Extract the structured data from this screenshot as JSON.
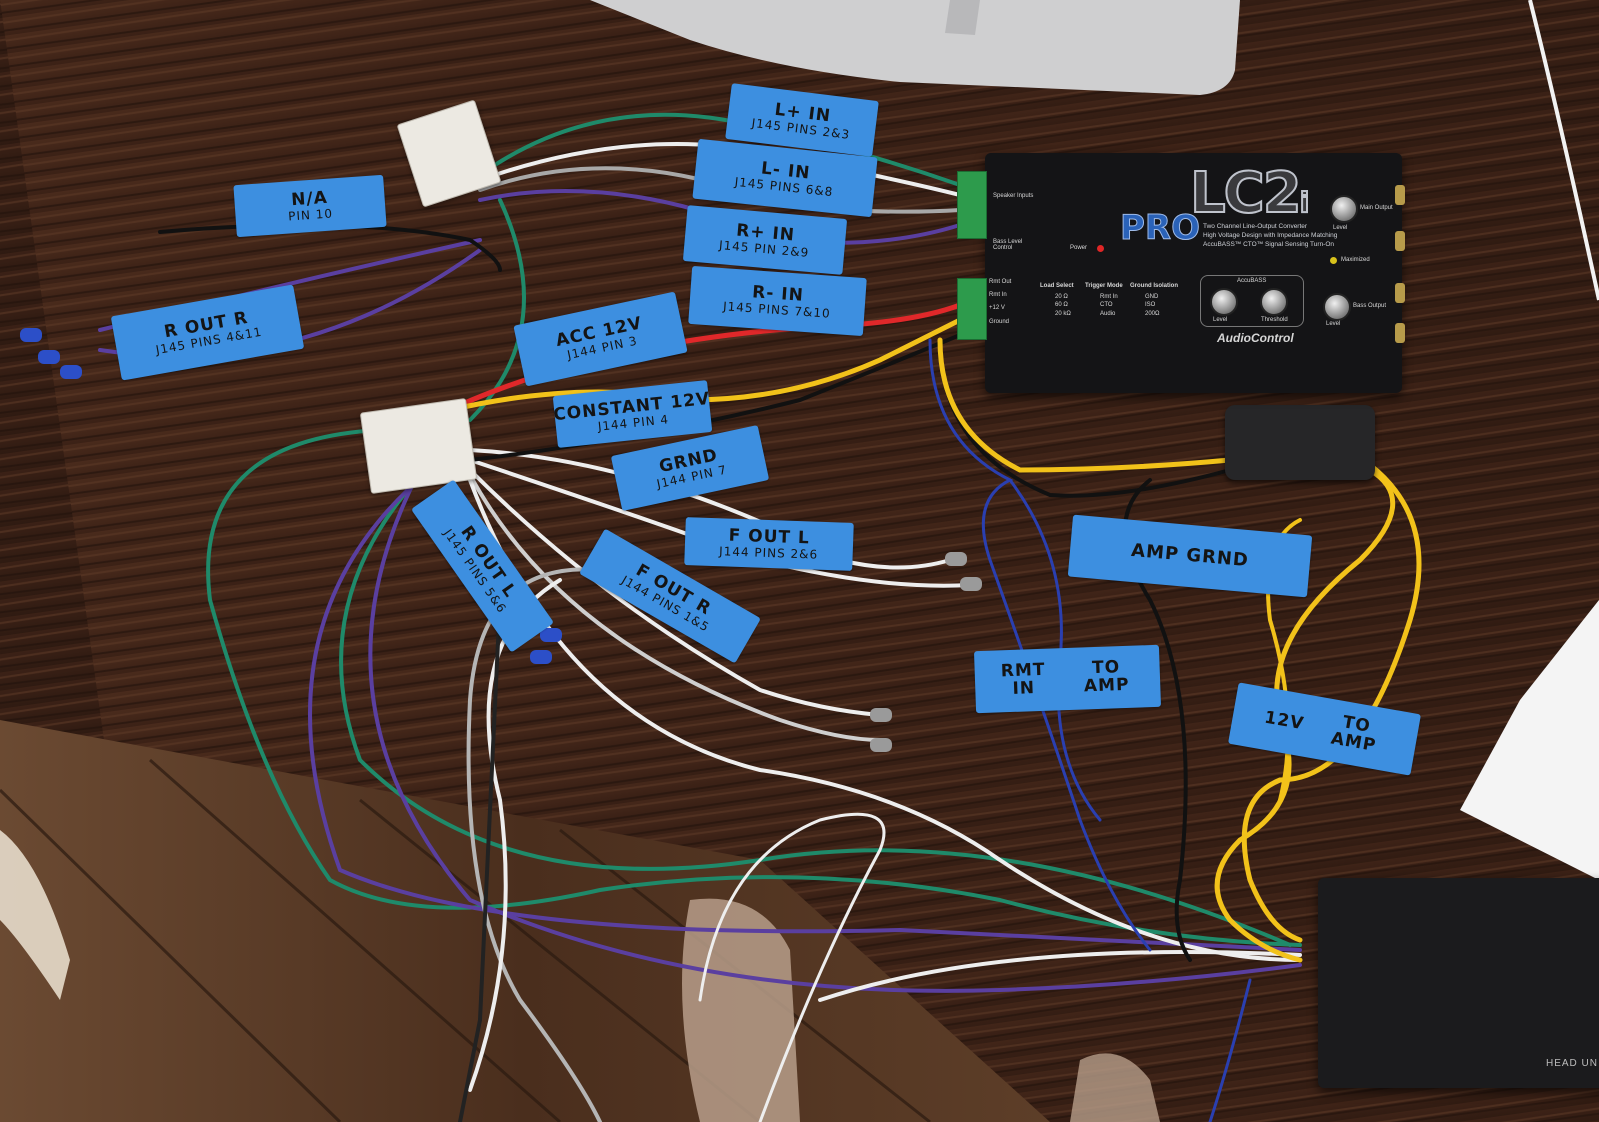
{
  "photo": {
    "device_main": {
      "logo_text": "LC2",
      "logo_sub": "i",
      "pro_text": "PRO",
      "description_lines": [
        "Two Channel Line-Output Converter",
        "High Voltage Design with Impedance Matching",
        "AccuBASS™ CTO™ Signal Sensing Turn-On"
      ],
      "brand_text": "AudioControl",
      "labels": {
        "speaker_inputs": "Speaker Inputs",
        "bass_level_control": "Bass Level Control",
        "power": "Power",
        "main_output": "Main Output",
        "level": "Level",
        "maximized": "Maximized",
        "accubass": "AccuBASS",
        "threshold": "Threshold",
        "bass_output": "Bass Output",
        "rmt_out": "Rmt Out",
        "rmt_in": "Rmt In",
        "plus12v": "+12 V",
        "ground": "Ground",
        "load_select": "Load Select",
        "trigger_mode": "Trigger Mode",
        "ground_isolation": "Ground Isolation",
        "load_options": [
          "20 Ω",
          "60 Ω",
          "20 kΩ"
        ],
        "trigger_options": [
          "Rmt In",
          "CTO",
          "Audio"
        ],
        "ground_options": [
          "GND",
          "ISO",
          "200Ω"
        ]
      }
    },
    "amp_label": "HEAD UN",
    "tapes": [
      {
        "line1": "L+ IN",
        "line2": "J145 PINS 2&3"
      },
      {
        "line1": "L- IN",
        "line2": "J145 PINS 6&8"
      },
      {
        "line1": "R+ IN",
        "line2": "J145 PIN 2&9"
      },
      {
        "line1": "R- IN",
        "line2": "J145 PINS 7&10"
      },
      {
        "line1": "N/A",
        "line2": "PIN 10"
      },
      {
        "line1": "R OUT R",
        "line2": "J145 PINS 4&11"
      },
      {
        "line1": "ACC 12V",
        "line2": "J144 PIN 3"
      },
      {
        "line1": "CONSTANT 12V",
        "line2": "J144 PIN 4"
      },
      {
        "line1": "GRND",
        "line2": "J144 PIN 7"
      },
      {
        "line1": "F OUT L",
        "line2": "J144 PINS 2&6"
      },
      {
        "line1": "F OUT R",
        "line2": "J144 PINS 1&5"
      },
      {
        "line1": "R OUT L",
        "line2": "J145 PINS 5&6"
      },
      {
        "line1": "AMP GRND",
        "line2": ""
      },
      {
        "line1": "RMT IN",
        "line2": "TO AMP"
      },
      {
        "line1": "12V",
        "line2": "TO AMP"
      }
    ],
    "colors": {
      "table": "#3a2217",
      "tape": "#3d8fe0",
      "wire_green": "#1f8a6a",
      "wire_purple": "#5a3fa0",
      "wire_white": "#eeeeee",
      "wire_yellow": "#f2c21a",
      "wire_red": "#e0282a",
      "wire_blue": "#2a3fb0",
      "wire_black": "#111111",
      "wire_gray": "#9a9a9a"
    }
  }
}
